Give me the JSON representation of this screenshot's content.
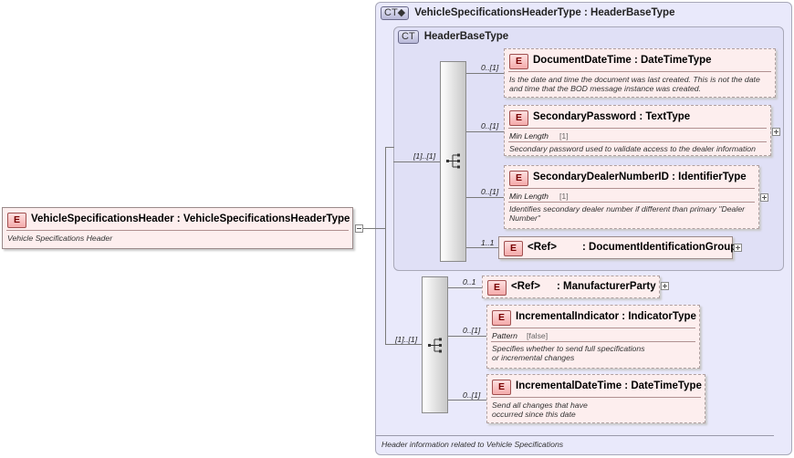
{
  "root": {
    "badge": "E",
    "title": "VehicleSpecificationsHeader : VehicleSpecificationsHeaderType",
    "doc": "Vehicle Specifications Header"
  },
  "outer_type": {
    "badge": "CT",
    "title": "VehicleSpecificationsHeaderType : HeaderBaseType",
    "doc": "Header information related to Vehicle Specifications"
  },
  "inner_type": {
    "badge": "CT",
    "title": "HeaderBaseType"
  },
  "sequence1": {
    "cardinality": "[1]..[1]"
  },
  "sequence2": {
    "cardinality": "[1]..[1]"
  },
  "elements": [
    {
      "badge": "E",
      "cardinality": "0..[1]",
      "title": "DocumentDateTime : DateTimeType",
      "doc": "Is the date and time the document was last created. This is not the date and time that the BOD message instance was created."
    },
    {
      "badge": "E",
      "cardinality": "0..[1]",
      "title": "SecondaryPassword : TextType",
      "facet": "Min Length",
      "facet_value": "[1]",
      "doc": "Secondary password used to validate access to the dealer information"
    },
    {
      "badge": "E",
      "cardinality": "0..[1]",
      "title": "SecondaryDealerNumberID : IdentifierType",
      "facet": "Min Length",
      "facet_value": "[1]",
      "doc": "Identifies secondary dealer number if different than primary \"Dealer Number\""
    },
    {
      "badge": "E",
      "cardinality": "1..1",
      "ref": "<Ref>",
      "title": ": DocumentIdentificationGroup"
    },
    {
      "badge": "E",
      "cardinality": "0..1",
      "ref": "<Ref>",
      "title": ": ManufacturerParty"
    },
    {
      "badge": "E",
      "cardinality": "0..[1]",
      "title": "IncrementalIndicator : IndicatorType",
      "facet": "Pattern",
      "facet_value": "[false]",
      "doc": "Specifies whether to send full specifications or incremental changes"
    },
    {
      "badge": "E",
      "cardinality": "0..[1]",
      "title": "IncrementalDateTime : DateTimeType",
      "doc": "Send all changes that have occurred since this date"
    }
  ]
}
